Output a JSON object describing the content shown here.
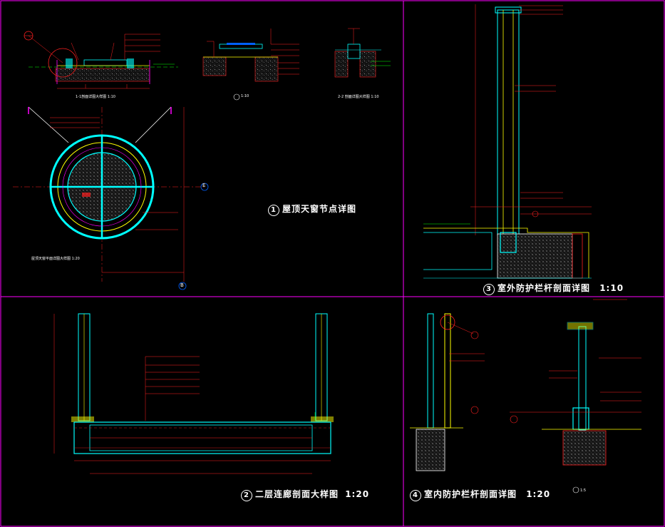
{
  "sheet": {
    "panels": [
      {
        "id": "p1",
        "number": "1",
        "title": "屋顶天窗节点详图",
        "scale": "",
        "sub_details": [
          {
            "label": "1-1剖面详图大样图 1:10"
          },
          {
            "label": "1:10"
          },
          {
            "label": "2-2 剖面详图大样图 1:10"
          },
          {
            "label": "屋顶天窗平面详图大样图 1:20"
          }
        ]
      },
      {
        "id": "p3",
        "number": "3",
        "title": "室外防护栏杆剖面详图",
        "scale": "1:10"
      },
      {
        "id": "p2",
        "number": "2",
        "title": "二层连廊剖面大样图",
        "scale": "1:20"
      },
      {
        "id": "p4",
        "number": "4",
        "title": "室内防护栏杆剖面详图",
        "scale": "1:20",
        "sub_details": [
          {
            "label": "1:5"
          }
        ]
      }
    ],
    "axis_markers": [
      "E",
      "B"
    ],
    "colors": {
      "background": "#000000",
      "frame": "#ff00ff",
      "structure": "#00ffff",
      "dimension": "#ff2020",
      "annotation": "#00ff00",
      "finish": "#ffff00",
      "hatch": "#9a9a9a",
      "title": "#ffffff"
    }
  }
}
